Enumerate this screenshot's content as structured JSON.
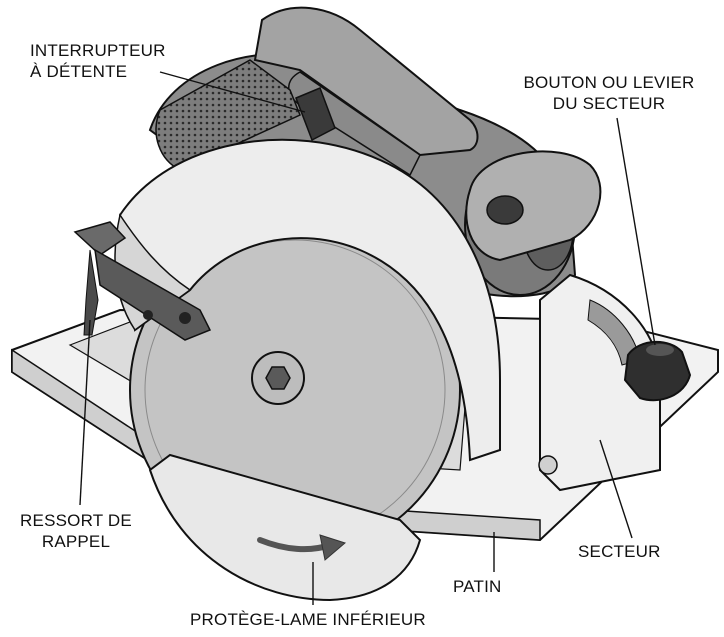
{
  "labels": {
    "trigger_switch": [
      "INTERRUPTEUR",
      "À DÉTENTE"
    ],
    "sector_knob": [
      "BOUTON OU LEVIER",
      "DU SECTEUR"
    ],
    "return_spring": [
      "RESSORT DE",
      "RAPPEL"
    ],
    "sector": "SECTEUR",
    "shoe": "PATIN",
    "lower_guard": "PROTÈGE-LAME INFÉRIEUR"
  },
  "colors": {
    "outline": "#111111",
    "housing": "#9a9a9a",
    "housing_dark": "#6f6f6f",
    "guard": "#e6e6e6",
    "blade": "#c9c9c9",
    "shoe": "#efefef",
    "background": "#ffffff"
  }
}
